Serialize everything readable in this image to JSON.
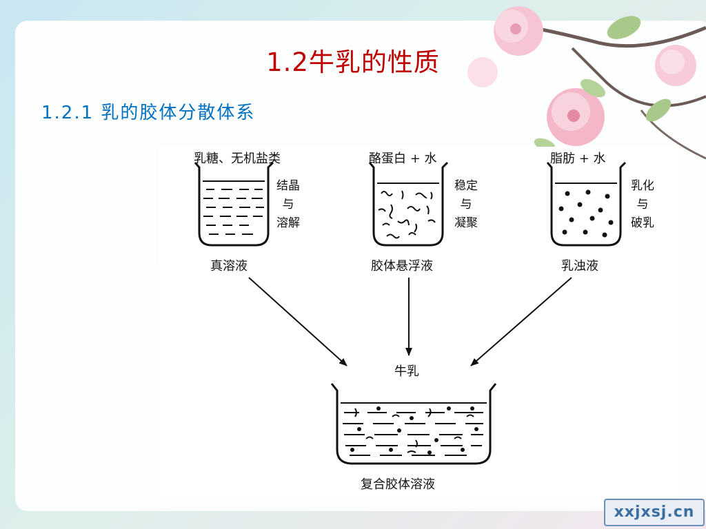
{
  "slide": {
    "title": "1.2牛乳的性质",
    "subtitle": "1.2.1 乳的胶体分散体系"
  },
  "diagram": {
    "beakers": [
      {
        "top_label": "乳糖、无机盐类",
        "side_label": [
          "结晶",
          "与",
          "溶解"
        ],
        "bottom_label": "真溶液"
      },
      {
        "top_label": "酪蛋白 + 水",
        "side_label": [
          "稳定",
          "与",
          "凝聚"
        ],
        "bottom_label": "胶体悬浮液"
      },
      {
        "top_label": "脂肪 + 水",
        "side_label": [
          "乳化",
          "与",
          "破乳"
        ],
        "bottom_label": "乳浊液"
      }
    ],
    "result": {
      "top_label": "牛乳",
      "bottom_label": "复合胶体溶液"
    }
  },
  "watermark": {
    "text": "xxjxsj.cn"
  },
  "colors": {
    "title": "#c00000",
    "subtitle": "#0070c0"
  }
}
